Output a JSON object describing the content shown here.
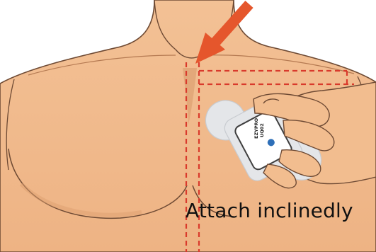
{
  "caption": "Attach inclinedly",
  "device": {
    "label_line1": "EZYPRO",
    "label_line2": "UQ02"
  },
  "colors": {
    "skin": "#f2bd8f",
    "skin_shadow": "#dd9f70",
    "outline": "#6e4a34",
    "guide_line": "#d93a2c",
    "arrow": "#e5562c",
    "patch": "#e4e6e9",
    "device_body": "#ffffff",
    "device_border": "#3f3f3f",
    "button": "#2e6fb8",
    "caption": "#111111"
  },
  "icons": [
    "arrow-icon",
    "hand-icon"
  ]
}
